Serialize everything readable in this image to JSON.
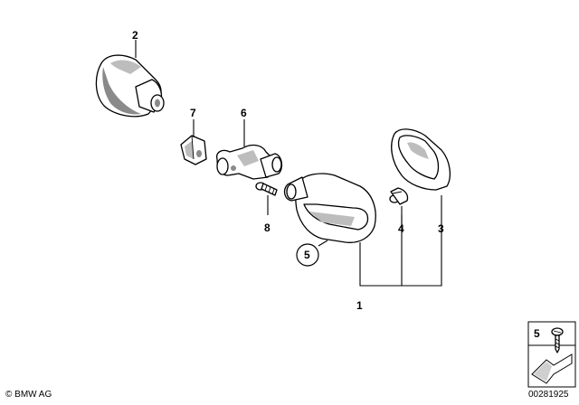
{
  "callouts": {
    "c1": "1",
    "c2": "2",
    "c3": "3",
    "c4": "4",
    "c5": "5",
    "c6": "6",
    "c7": "7",
    "c8": "8"
  },
  "legend": {
    "number": "5"
  },
  "footer": {
    "copyright": "© BMW AG",
    "diagram_id": "00281925"
  }
}
